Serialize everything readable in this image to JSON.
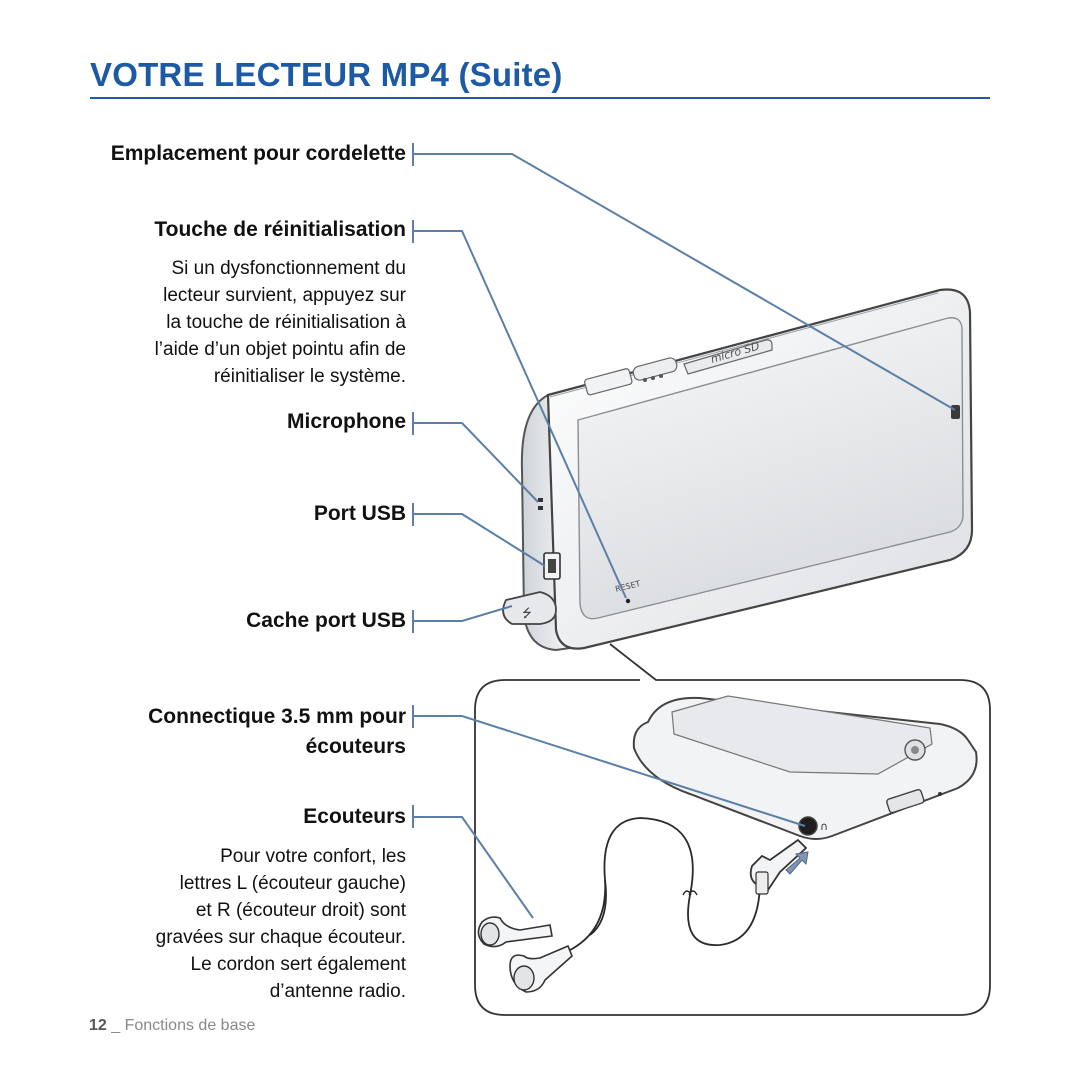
{
  "page": {
    "title": "VOTRE LECTEUR MP4 (Suite)"
  },
  "callouts": {
    "strap_hole": "Emplacement pour cordelette",
    "reset_button": "Touche de réinitialisation",
    "reset_description": [
      "Si un dysfonctionnement du",
      "lecteur survient, appuyez sur",
      "la touche de réinitialisation à",
      "l’aide d’un objet pointu afin de",
      "réinitialiser le système."
    ],
    "microphone": "Microphone",
    "usb_port": "Port USB",
    "usb_cover": "Cache port USB",
    "jack_line1": "Connectique 3.5 mm pour",
    "jack_line2": "écouteurs",
    "earphones": "Ecouteurs",
    "earphones_description": [
      "Pour votre confort, les",
      "lettres L (écouteur gauche)",
      "et R (écouteur droit) sont",
      "gravées sur chaque écouteur.",
      "Le cordon sert également",
      "d’antenne radio."
    ]
  },
  "device": {
    "reset_mark": "RESET",
    "card_slot_mark": "micro SD",
    "usb_symbol": "⭍"
  },
  "footer": {
    "page_number": "12",
    "separator": "_",
    "section": "Fonctions de base"
  },
  "colors": {
    "accent": "#1c5aa6",
    "leader_line": "#5b7fa6"
  }
}
